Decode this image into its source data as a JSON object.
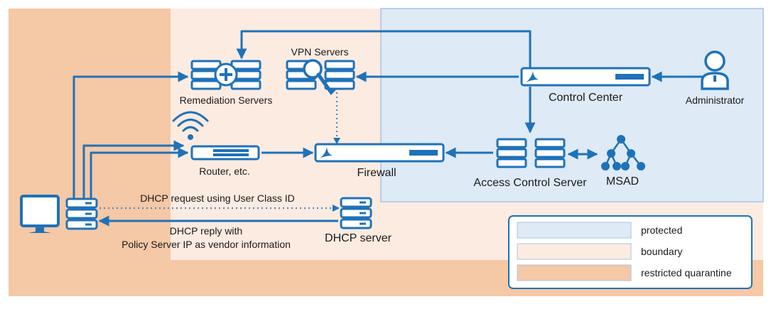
{
  "colors": {
    "quarantine": "#f5c8a6",
    "boundary": "#fcebe1",
    "protected": "#deeaf6",
    "protected_border": "#a9c4e3",
    "line": "#1f72b8",
    "dotted": "#4a8dc8"
  },
  "nodes": {
    "vpn_servers": "VPN Servers",
    "remediation_servers": "Remediation Servers",
    "control_center": "Control Center",
    "administrator": "Administrator",
    "router": "Router, etc.",
    "firewall": "Firewall",
    "access_control_server": "Access Control Server",
    "msad": "MSAD",
    "dhcp_server": "DHCP server"
  },
  "flows": {
    "dhcp_request": "DHCP request using User Class ID",
    "dhcp_reply_line1": "DHCP reply with",
    "dhcp_reply_line2": "Policy Server IP as vendor information"
  },
  "legend": [
    {
      "label": "protected",
      "color": "#deeaf6"
    },
    {
      "label": "boundary",
      "color": "#fcebe1"
    },
    {
      "label": "restricted quarantine",
      "color": "#f5c8a6"
    }
  ],
  "icons": [
    "client-monitor-icon",
    "client-stack-icon",
    "remediation-server-icon",
    "vpn-server-icon",
    "control-center-appliance-icon",
    "administrator-icon",
    "wifi-icon",
    "router-icon",
    "firewall-appliance-icon",
    "access-control-server-icon",
    "msad-tree-icon",
    "dhcp-server-icon"
  ]
}
